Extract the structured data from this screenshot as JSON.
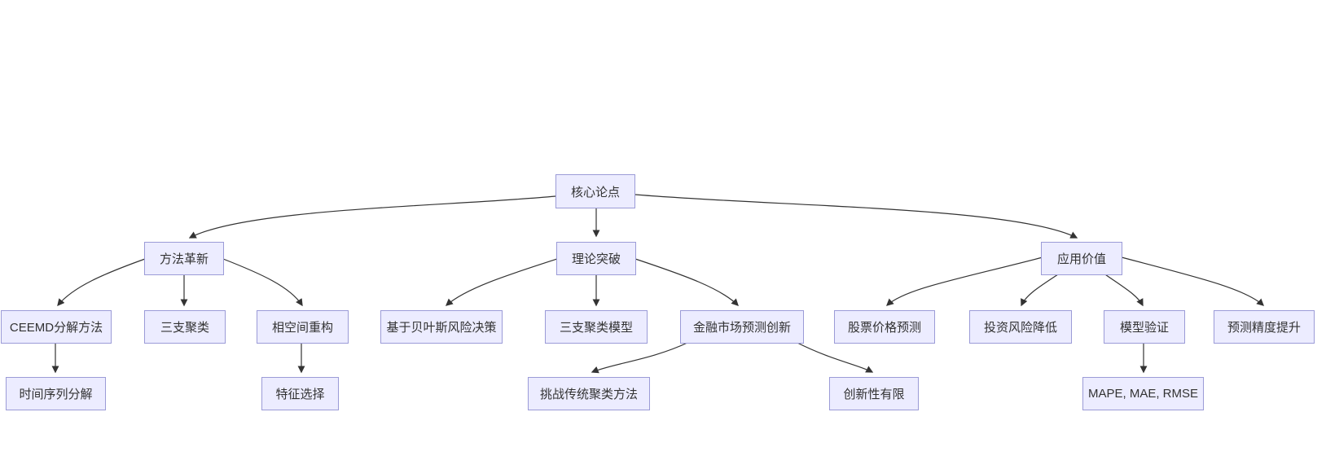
{
  "diagram": {
    "type": "flowchart-tree",
    "colors": {
      "node_fill": "#ECECFF",
      "node_border": "#9B9BD7",
      "edge": "#333333",
      "text": "#333333",
      "background": "#FFFFFF"
    },
    "nodes": {
      "core_thesis": {
        "label": "核心论点"
      },
      "method_innovation": {
        "label": "方法革新"
      },
      "theory_breakthrough": {
        "label": "理论突破"
      },
      "application_value": {
        "label": "应用价值"
      },
      "ceemd": {
        "label": "CEEMD分解方法"
      },
      "three_way_cluster": {
        "label": "三支聚类"
      },
      "phase_space": {
        "label": "相空间重构"
      },
      "bayesian_risk": {
        "label": "基于贝叶斯风险决策"
      },
      "three_way_model": {
        "label": "三支聚类模型"
      },
      "financial_forecast": {
        "label": "金融市场预测创新"
      },
      "stock_price": {
        "label": "股票价格预测"
      },
      "investment_risk": {
        "label": "投资风险降低"
      },
      "model_validation": {
        "label": "模型验证"
      },
      "forecast_accuracy": {
        "label": "预测精度提升"
      },
      "time_series": {
        "label": "时间序列分解"
      },
      "feature_selection": {
        "label": "特征选择"
      },
      "challenge_cluster": {
        "label": "挑战传统聚类方法"
      },
      "limited_novelty": {
        "label": "创新性有限"
      },
      "metrics": {
        "label": "MAPE, MAE, RMSE"
      }
    },
    "edges": [
      {
        "from": "core_thesis",
        "to": "method_innovation"
      },
      {
        "from": "core_thesis",
        "to": "theory_breakthrough"
      },
      {
        "from": "core_thesis",
        "to": "application_value"
      },
      {
        "from": "method_innovation",
        "to": "ceemd"
      },
      {
        "from": "method_innovation",
        "to": "three_way_cluster"
      },
      {
        "from": "method_innovation",
        "to": "phase_space"
      },
      {
        "from": "theory_breakthrough",
        "to": "bayesian_risk"
      },
      {
        "from": "theory_breakthrough",
        "to": "three_way_model"
      },
      {
        "from": "theory_breakthrough",
        "to": "financial_forecast"
      },
      {
        "from": "application_value",
        "to": "stock_price"
      },
      {
        "from": "application_value",
        "to": "investment_risk"
      },
      {
        "from": "application_value",
        "to": "model_validation"
      },
      {
        "from": "application_value",
        "to": "forecast_accuracy"
      },
      {
        "from": "ceemd",
        "to": "time_series"
      },
      {
        "from": "phase_space",
        "to": "feature_selection"
      },
      {
        "from": "financial_forecast",
        "to": "challenge_cluster"
      },
      {
        "from": "financial_forecast",
        "to": "limited_novelty"
      },
      {
        "from": "model_validation",
        "to": "metrics"
      }
    ]
  }
}
